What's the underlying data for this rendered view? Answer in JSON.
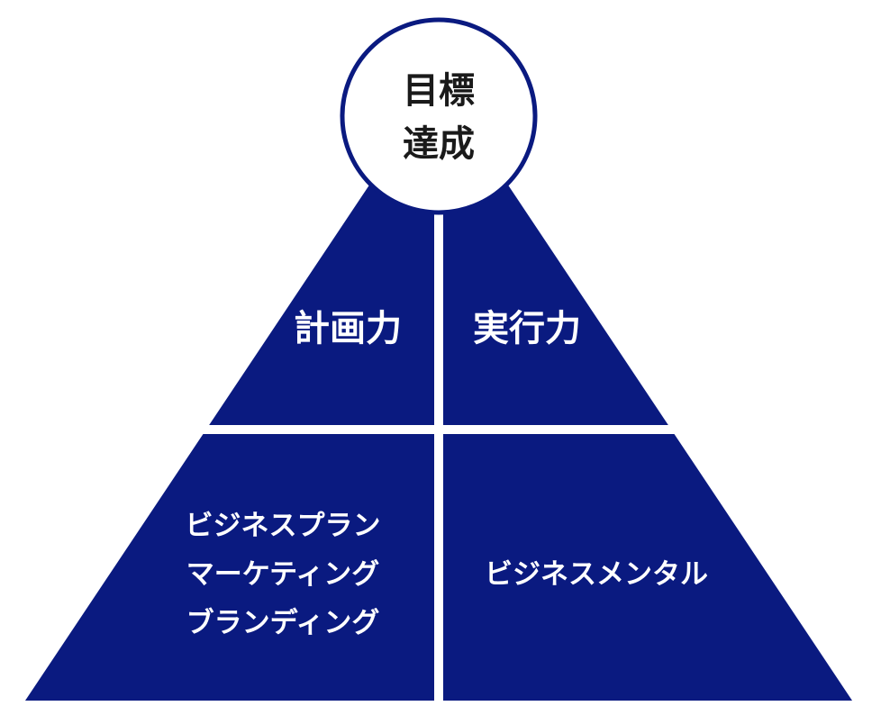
{
  "colors": {
    "navy": "#0a1a80",
    "divider": "#ffffff",
    "circle_fill": "#ffffff",
    "circle_stroke": "#0a1a80",
    "apex_text": "#1a1a1a",
    "section_text": "#ffffff"
  },
  "apex": {
    "line1": "目標",
    "line2": "達成"
  },
  "upper": {
    "left_label": "計画力",
    "right_label": "実行力"
  },
  "lower": {
    "left_lines": [
      "ビジネスプラン",
      "マーケティング",
      "ブランディング"
    ],
    "right_label": "ビジネスメンタル"
  }
}
